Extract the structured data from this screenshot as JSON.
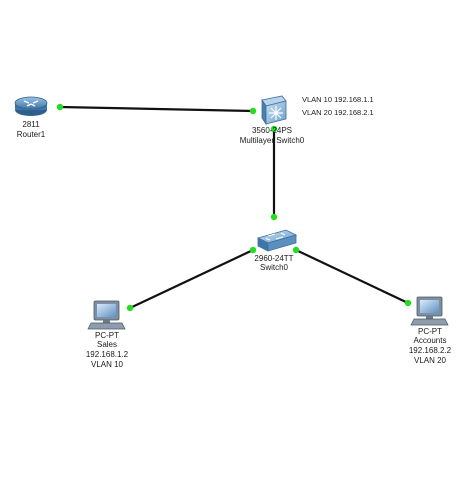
{
  "devices": {
    "router": {
      "model": "2811",
      "name": "Router1"
    },
    "multilayer_switch": {
      "model": "3560-24PS",
      "name": "Multilayer Switch0",
      "vlan_lines": [
        "VLAN 10 192.168.1.1",
        "VLAN 20 192.168.2.1"
      ]
    },
    "switch": {
      "model": "2960-24TT",
      "name": "Switch0"
    },
    "pc_sales": {
      "model": "PC-PT",
      "name": "Sales",
      "ip": "192.168.1.2",
      "vlan": "VLAN 10"
    },
    "pc_accounts": {
      "model": "PC-PT",
      "name": "Accounts",
      "ip": "192.168.2.2",
      "vlan": "VLAN 20"
    }
  },
  "colors": {
    "link": "#111111",
    "link_up": "#22dd22",
    "device_blue": "#4f86b8"
  },
  "icons": {
    "router": "router-icon",
    "multilayer_switch": "multilayer-switch-icon",
    "switch": "switch-icon",
    "pc": "pc-icon"
  }
}
